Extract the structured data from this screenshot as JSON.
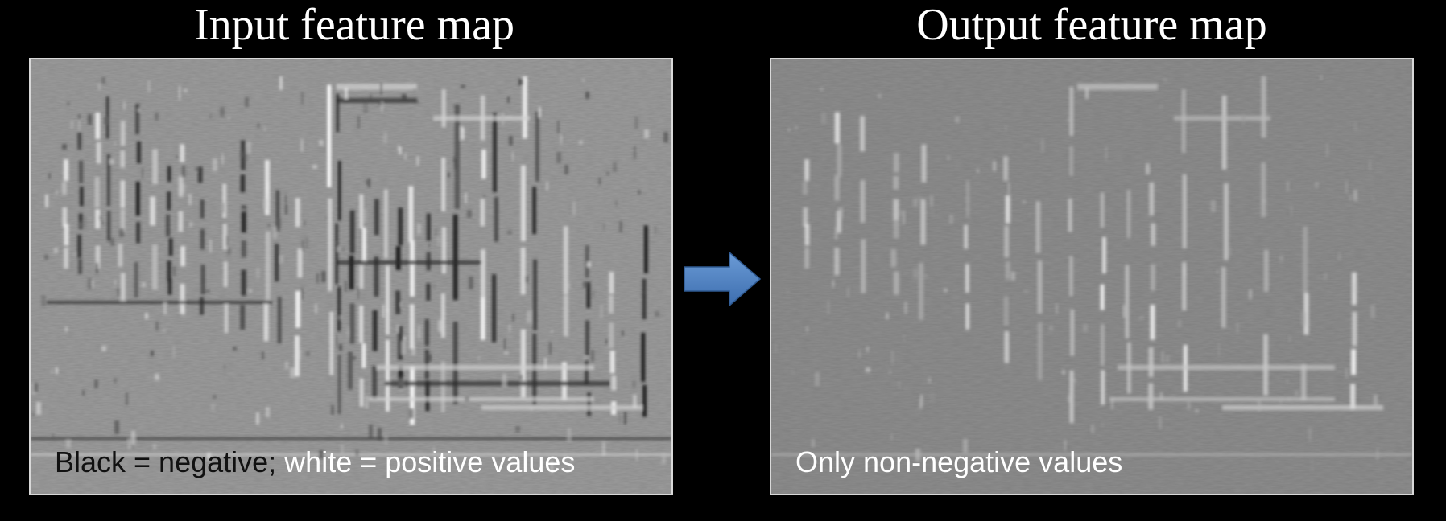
{
  "left_panel": {
    "title": "Input feature map",
    "caption_dark": "Black = negative;",
    "caption_light": " white = positive values",
    "map_image": "grayscale-edge-response-image"
  },
  "right_panel": {
    "title": "Output feature map",
    "caption": "Only non-negative values",
    "map_image": "rectified-edge-response-image"
  },
  "arrow": {
    "icon": "right-arrow-icon",
    "color": "#4a7fc1"
  },
  "colors": {
    "background": "#000000",
    "title_text": "#ffffff",
    "input_map_base": "#8a8a8a",
    "output_map_base": "#7f7f7f"
  }
}
